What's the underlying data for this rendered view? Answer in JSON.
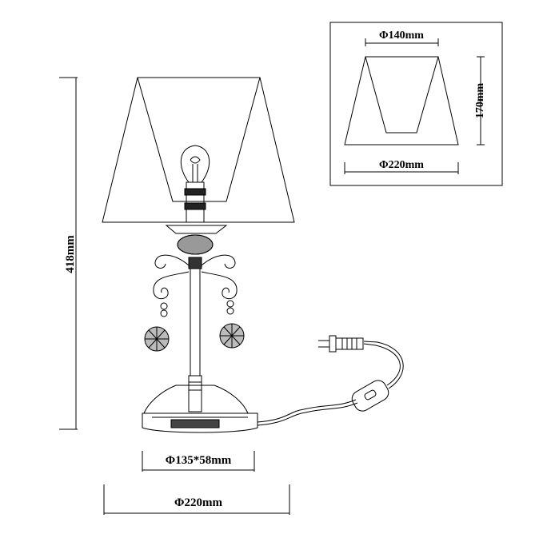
{
  "dimensions": {
    "height_total": "418mm",
    "shade_top_diameter": "Φ140mm",
    "shade_height": "170mm",
    "shade_bottom_diameter": "Φ220mm",
    "base_size": "Φ135*58mm",
    "overall_diameter": "Φ220mm"
  },
  "colors": {
    "line": "#000000",
    "background": "#ffffff"
  }
}
